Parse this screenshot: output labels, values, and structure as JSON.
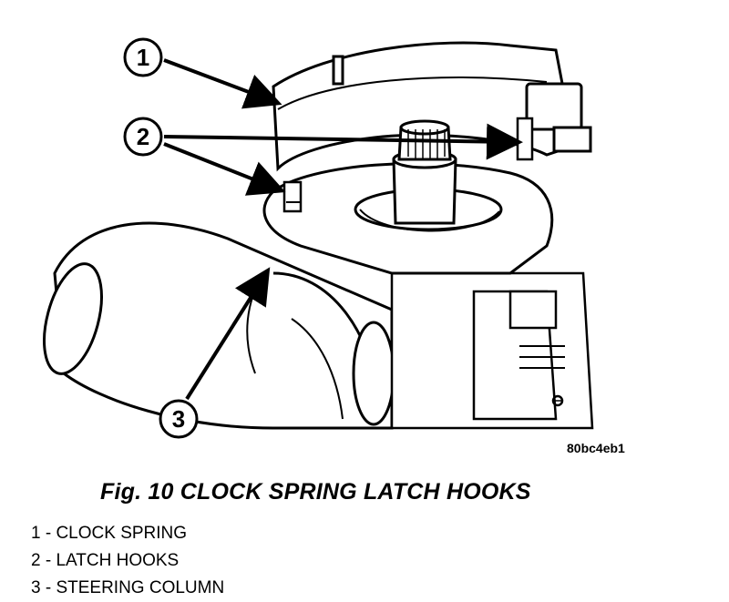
{
  "figure": {
    "code": "80bc4eb1",
    "caption": "Fig. 10 CLOCK SPRING LATCH HOOKS"
  },
  "callouts": [
    {
      "number": "1",
      "label": "CLOCK SPRING"
    },
    {
      "number": "2",
      "label": "LATCH HOOKS"
    },
    {
      "number": "3",
      "label": "STEERING COLUMN"
    }
  ],
  "legend": [
    "1 - CLOCK SPRING",
    "2 - LATCH HOOKS",
    "3 - STEERING COLUMN"
  ],
  "colors": {
    "ink": "#000000",
    "paper": "#ffffff",
    "shade": "#9a9a9a"
  }
}
